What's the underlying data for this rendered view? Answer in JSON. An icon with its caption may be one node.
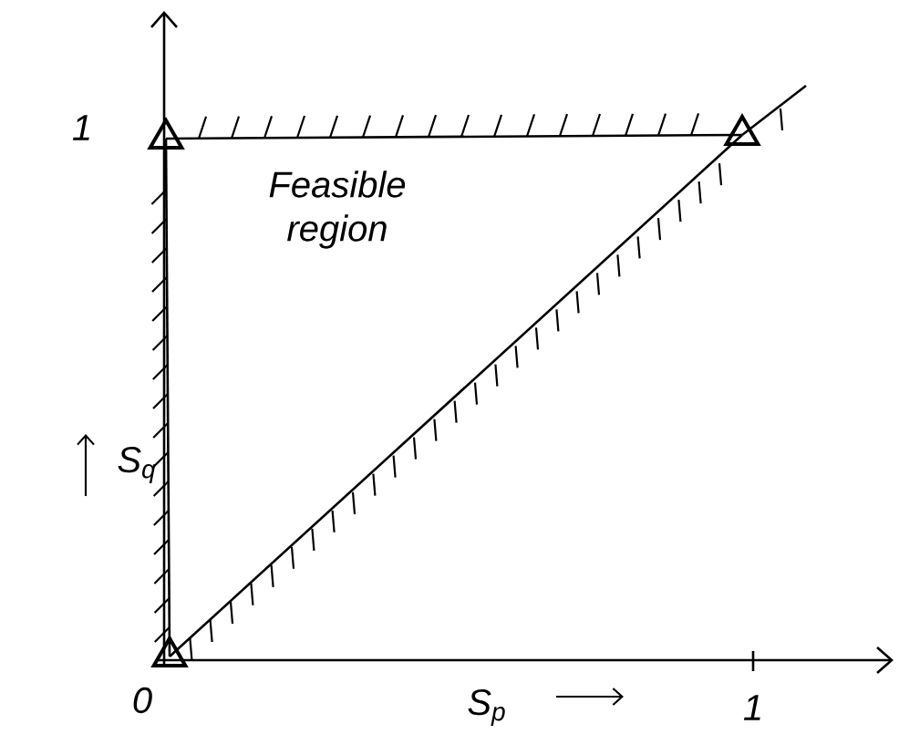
{
  "diagram": {
    "nodes": [
      {
        "text": [],
        "shape": "triangle"
      },
      {
        "text": [],
        "shape": "triangle"
      },
      {
        "text": [],
        "shape": "triangle"
      }
    ],
    "edges": [
      {
        "from": 0,
        "to": 1,
        "arrow": "none"
      },
      {
        "from": 2,
        "to": 0,
        "arrow": "none"
      },
      {
        "from": 2,
        "to": 1,
        "arrow": "none"
      }
    ],
    "labels": [
      "1",
      "Feasible region",
      "S$_{q}$",
      "0",
      "S$_{p}$",
      "1"
    ]
  }
}
